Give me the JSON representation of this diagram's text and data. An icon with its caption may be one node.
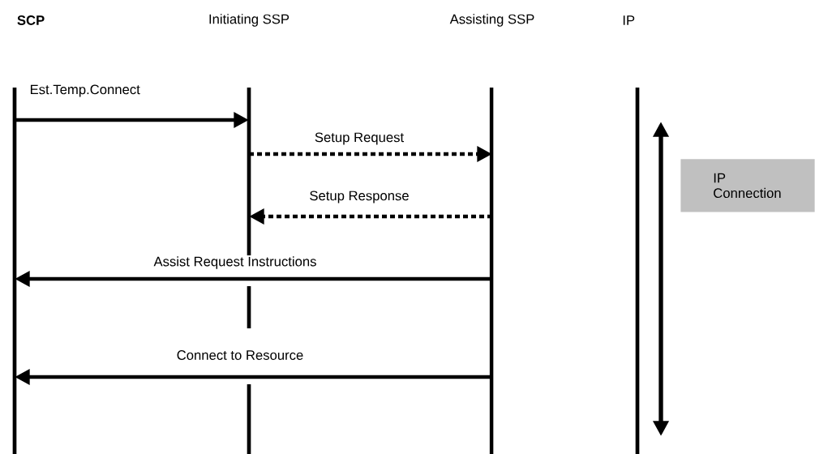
{
  "diagram": {
    "nodes": [
      {
        "text": [
          "SCP"
        ]
      },
      {
        "text": [
          "Initiating SSP"
        ]
      },
      {
        "text": [
          "Assisting SSP"
        ]
      },
      {
        "text": [
          "IP"
        ]
      },
      {
        "text": [
          "IP Connection"
        ]
      }
    ],
    "edges": [
      {
        "from": 0,
        "to": 1,
        "arrow": "to",
        "label": "Est.Temp.Connect"
      },
      {
        "from": 1,
        "to": 2,
        "arrow": "to",
        "label": "Setup Request",
        "style": "dashed"
      },
      {
        "from": 2,
        "to": 1,
        "arrow": "to",
        "label": "Setup Response",
        "style": "dashed"
      },
      {
        "from": 2,
        "to": 0,
        "arrow": "to",
        "label": "Assist Request Instructions"
      },
      {
        "from": 2,
        "to": 0,
        "arrow": "to",
        "label": "Connect to Resource"
      }
    ]
  }
}
